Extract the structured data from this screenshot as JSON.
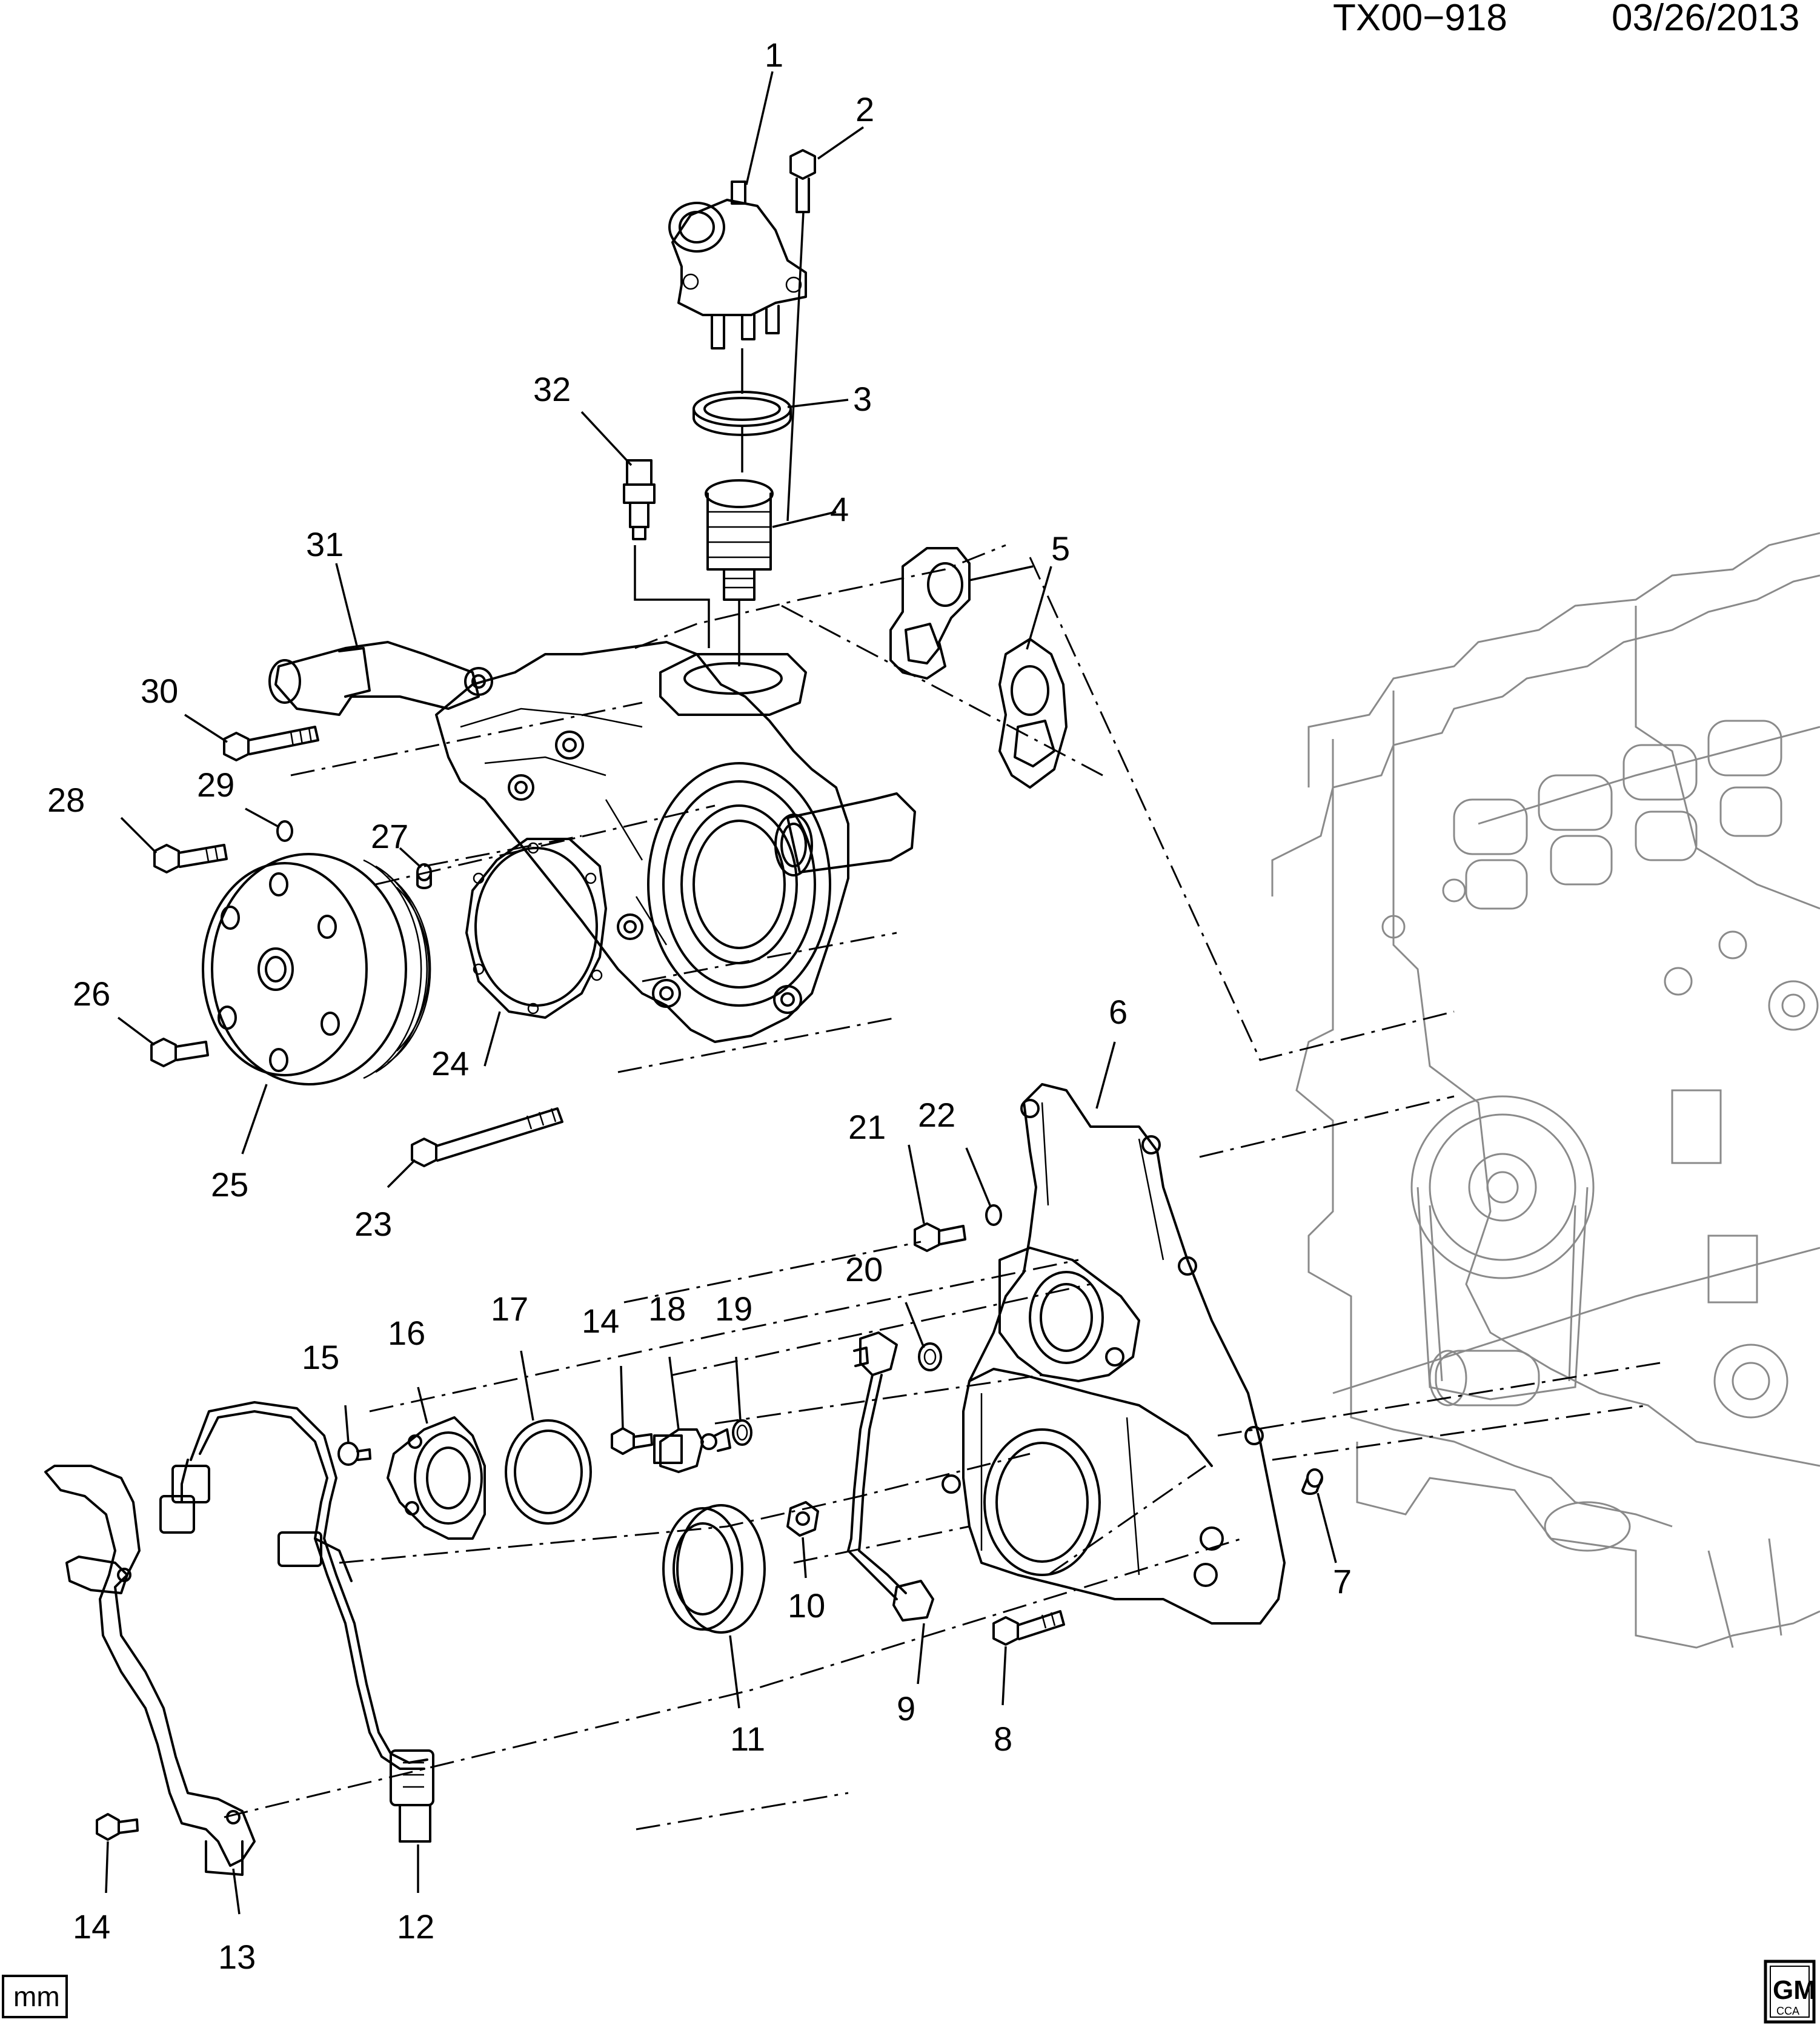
{
  "header": {
    "diagram_id": "TX00−918",
    "date": "03/26/2013"
  },
  "callouts": {
    "c1": "1",
    "c2": "2",
    "c3": "3",
    "c4": "4",
    "c5": "5",
    "c6": "6",
    "c7": "7",
    "c8": "8",
    "c9": "9",
    "c10": "10",
    "c11": "11",
    "c12": "12",
    "c13": "13",
    "c14a": "14",
    "c14b": "14",
    "c15": "15",
    "c16": "16",
    "c17": "17",
    "c18": "18",
    "c19": "19",
    "c20": "20",
    "c21": "21",
    "c22": "22",
    "c23": "23",
    "c24": "24",
    "c25": "25",
    "c26": "26",
    "c27": "27",
    "c28": "28",
    "c29": "29",
    "c30": "30",
    "c31": "31",
    "c32": "32"
  },
  "footer": {
    "units_badge": "mm",
    "logo_text": "GM",
    "logo_subtext": "CCA"
  }
}
